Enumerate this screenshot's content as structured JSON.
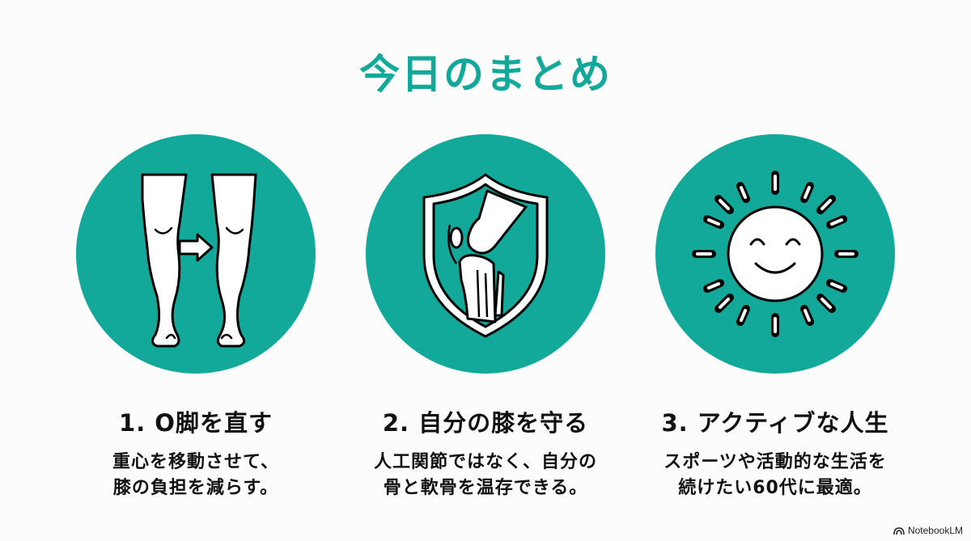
{
  "slide": {
    "title": "今日のまとめ",
    "accent_color": "#13a99a",
    "items": [
      {
        "icon": "legs-correction-icon",
        "heading": "1. O脚を直す",
        "desc_line1": "重心を移動させて、",
        "desc_line2": "膝の負担を減らす。"
      },
      {
        "icon": "knee-shield-icon",
        "heading": "2. 自分の膝を守る",
        "desc_line1": "人工関節ではなく、自分の",
        "desc_line2": "骨と軟骨を温存できる。"
      },
      {
        "icon": "smiling-sun-icon",
        "heading": "3. アクティブな人生",
        "desc_line1": "スポーツや活動的な生活を",
        "desc_line2": "続けたい60代に最適。"
      }
    ]
  },
  "branding": {
    "label": "NotebookLM",
    "icon": "notebooklm-logo-icon"
  }
}
